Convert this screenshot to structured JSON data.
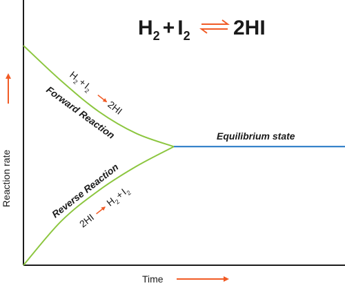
{
  "chart_data": {
    "type": "line",
    "equation": {
      "reactant_1": "H",
      "reactant_1_sub": "2",
      "plus": "+",
      "reactant_2": "I",
      "reactant_2_sub": "2",
      "product": "2HI"
    },
    "xlabel": "Time",
    "ylabel": "Reaction rate",
    "series": [
      {
        "name": "Forward Reaction",
        "equation": {
          "a": "H",
          "a_sub": "2",
          "plus": "+",
          "b": "I",
          "b_sub": "2",
          "product": "2HI"
        },
        "points": [
          [
            0,
            1.0
          ],
          [
            0.25,
            0.84
          ],
          [
            0.5,
            0.7
          ],
          [
            0.75,
            0.6
          ],
          [
            1.0,
            0.54
          ],
          [
            2.0,
            0.54
          ]
        ]
      },
      {
        "name": "Reverse Reaction",
        "equation": {
          "reactant": "2HI",
          "a": "H",
          "a_sub": "2",
          "plus": "+",
          "b": "I",
          "b_sub": "2"
        },
        "points": [
          [
            0,
            0.0
          ],
          [
            0.25,
            0.2
          ],
          [
            0.5,
            0.34
          ],
          [
            0.75,
            0.45
          ],
          [
            1.0,
            0.54
          ],
          [
            2.0,
            0.54
          ]
        ]
      }
    ],
    "annotations": [
      "Equilibrium state"
    ],
    "colors": {
      "curves": "#8cc63f",
      "equilibrium": "#1f74c4",
      "arrows": "#f15a24",
      "axes": "#1a1a1a"
    }
  }
}
